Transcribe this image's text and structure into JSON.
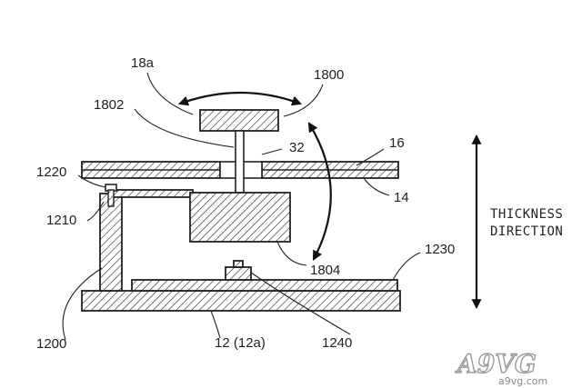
{
  "labels": {
    "l18a": "18a",
    "l1800": "1800",
    "l1802": "1802",
    "l32": "32",
    "l16": "16",
    "l1220": "1220",
    "l14": "14",
    "l1210": "1210",
    "l1230": "1230",
    "l1804": "1804",
    "l1200": "1200",
    "l12": "12 (12a)",
    "l1240": "1240"
  },
  "direction_label": [
    "THICKNESS",
    "DIRECTION"
  ],
  "watermark": {
    "logo": "A9VG",
    "url": "a9vg.com"
  }
}
